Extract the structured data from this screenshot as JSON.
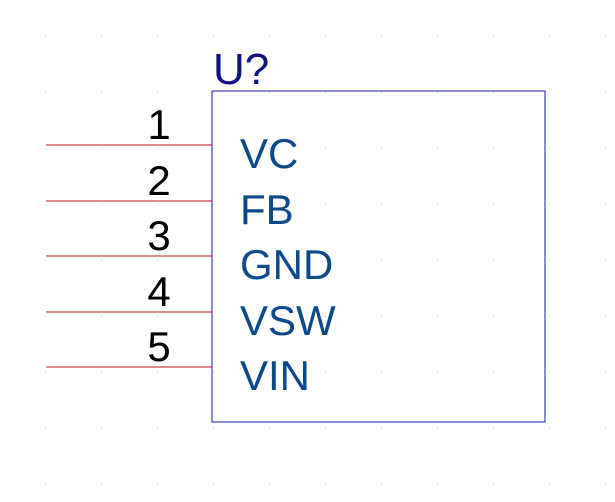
{
  "component": {
    "designator": "U?",
    "pins": [
      {
        "number": "1",
        "name": "VC"
      },
      {
        "number": "2",
        "name": "FB"
      },
      {
        "number": "3",
        "name": "GND"
      },
      {
        "number": "4",
        "name": "VSW"
      },
      {
        "number": "5",
        "name": "VIN"
      }
    ]
  },
  "colors": {
    "background": "#ffffff",
    "grid_dot": "#c8c8c8",
    "body_outline": "#1a1aa0",
    "pin_line": "#c0101c",
    "pin_number": "#000000",
    "pin_name": "#0b4a8a",
    "designator": "#0e1280"
  }
}
